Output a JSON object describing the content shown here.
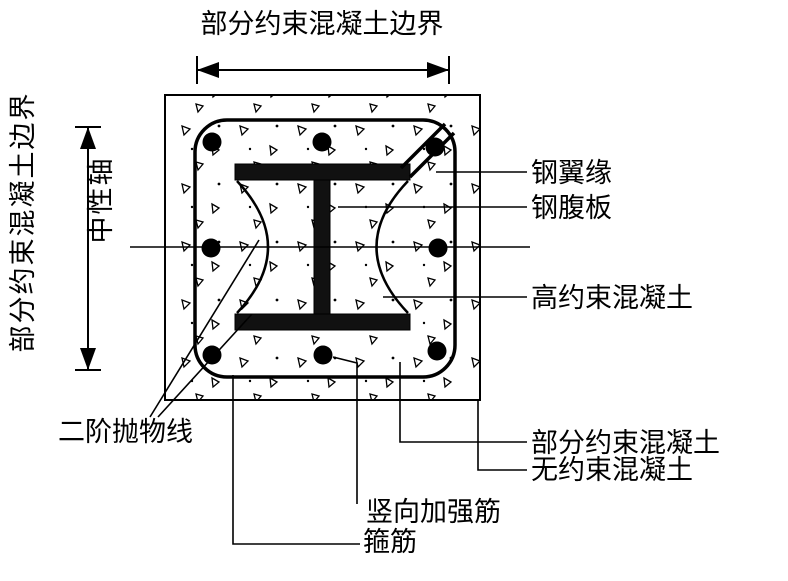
{
  "labels": {
    "top_boundary": "部分约束混凝土边界",
    "left_boundary": "部分约束混凝土边界",
    "neutral_axis": "中性轴",
    "steel_flange": "钢翼缘",
    "steel_web": "钢腹板",
    "high_confined_concrete": "高约束混凝土",
    "second_order_parabola": "二阶抛物线",
    "partially_confined_concrete": "部分约束混凝土",
    "unconfined_concrete": "无约束混凝土",
    "vertical_reinforcement": "竖向加强筋",
    "stirrup": "箍筋"
  },
  "colors": {
    "line": "#000000",
    "background": "#ffffff",
    "steel_fill": "#111111"
  }
}
